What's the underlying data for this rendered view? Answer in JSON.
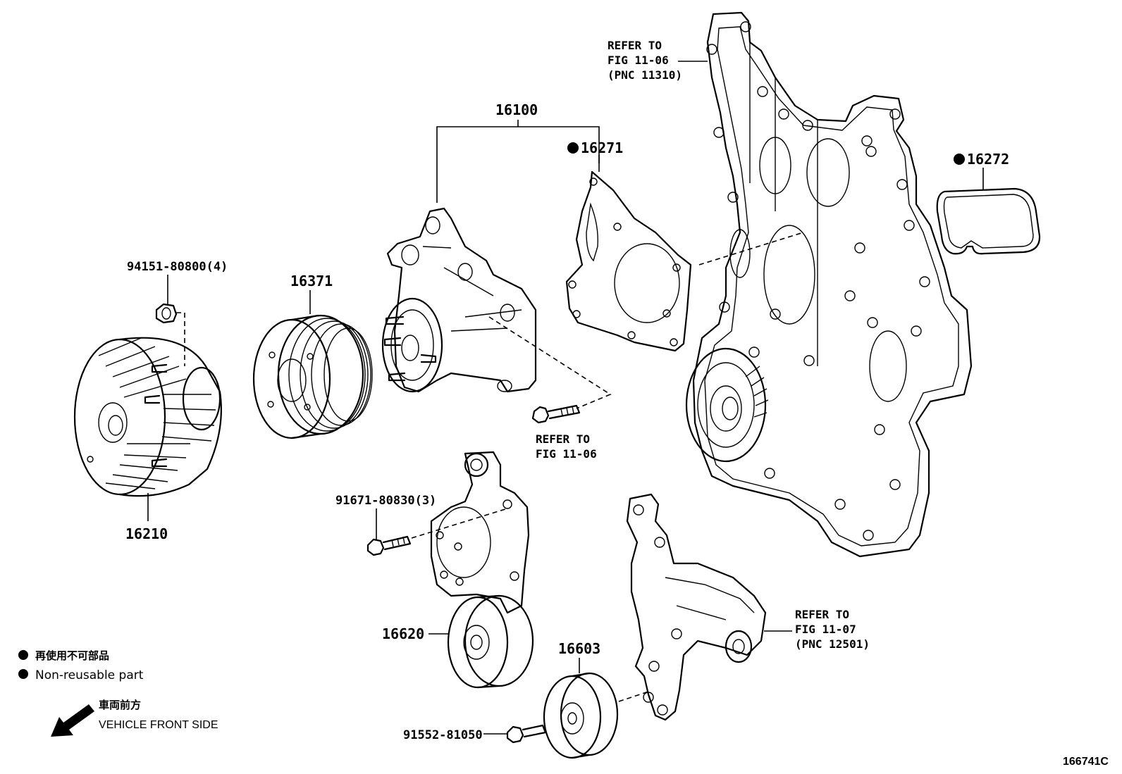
{
  "parts": {
    "p16100": "16100",
    "p16271": "16271",
    "p16272": "16272",
    "p16371": "16371",
    "p16210": "16210",
    "p16620": "16620",
    "p16603": "16603",
    "b94151": "94151-80800(4)",
    "b91671": "91671-80830(3)",
    "b91552": "91552-81050"
  },
  "refs": {
    "top": {
      "line1": "REFER TO",
      "line2": "FIG 11-06",
      "line3": "(PNC 11310)"
    },
    "bolt": {
      "line1": "REFER TO",
      "line2": "FIG 11-06"
    },
    "bracket": {
      "line1": "REFER TO",
      "line2": "FIG 11-07",
      "line3": "(PNC 12501)"
    }
  },
  "legend": {
    "non_reusable_jp": "再使用不可部品",
    "non_reusable_en": "Non-reusable part",
    "front_jp": "車両前方",
    "front_en": "VEHICLE FRONT SIDE"
  },
  "diagram_code": "166741C"
}
